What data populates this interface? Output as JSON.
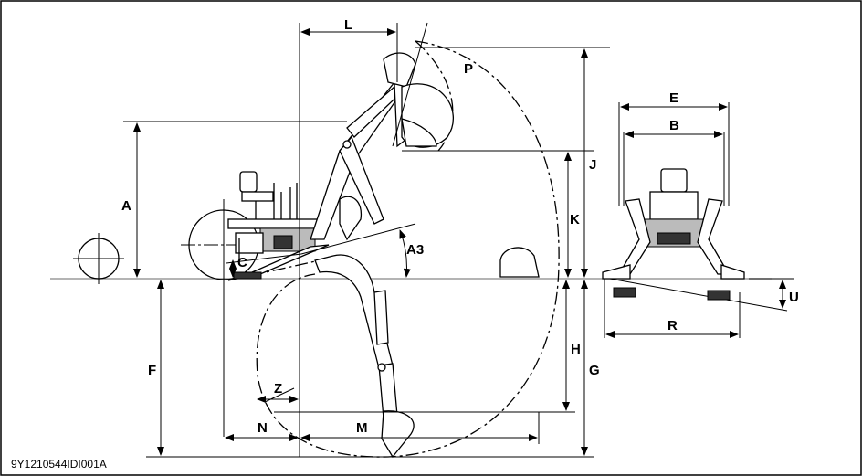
{
  "labels": {
    "L": "L",
    "P": "P",
    "A": "A",
    "J": "J",
    "K": "K",
    "C": "C",
    "A3": "A3",
    "E": "E",
    "B": "B",
    "U": "U",
    "R": "R",
    "F": "F",
    "H": "H",
    "G": "G",
    "Z": "Z",
    "N": "N",
    "M": "M"
  },
  "figure_code": "9Y1210544IDI001A"
}
